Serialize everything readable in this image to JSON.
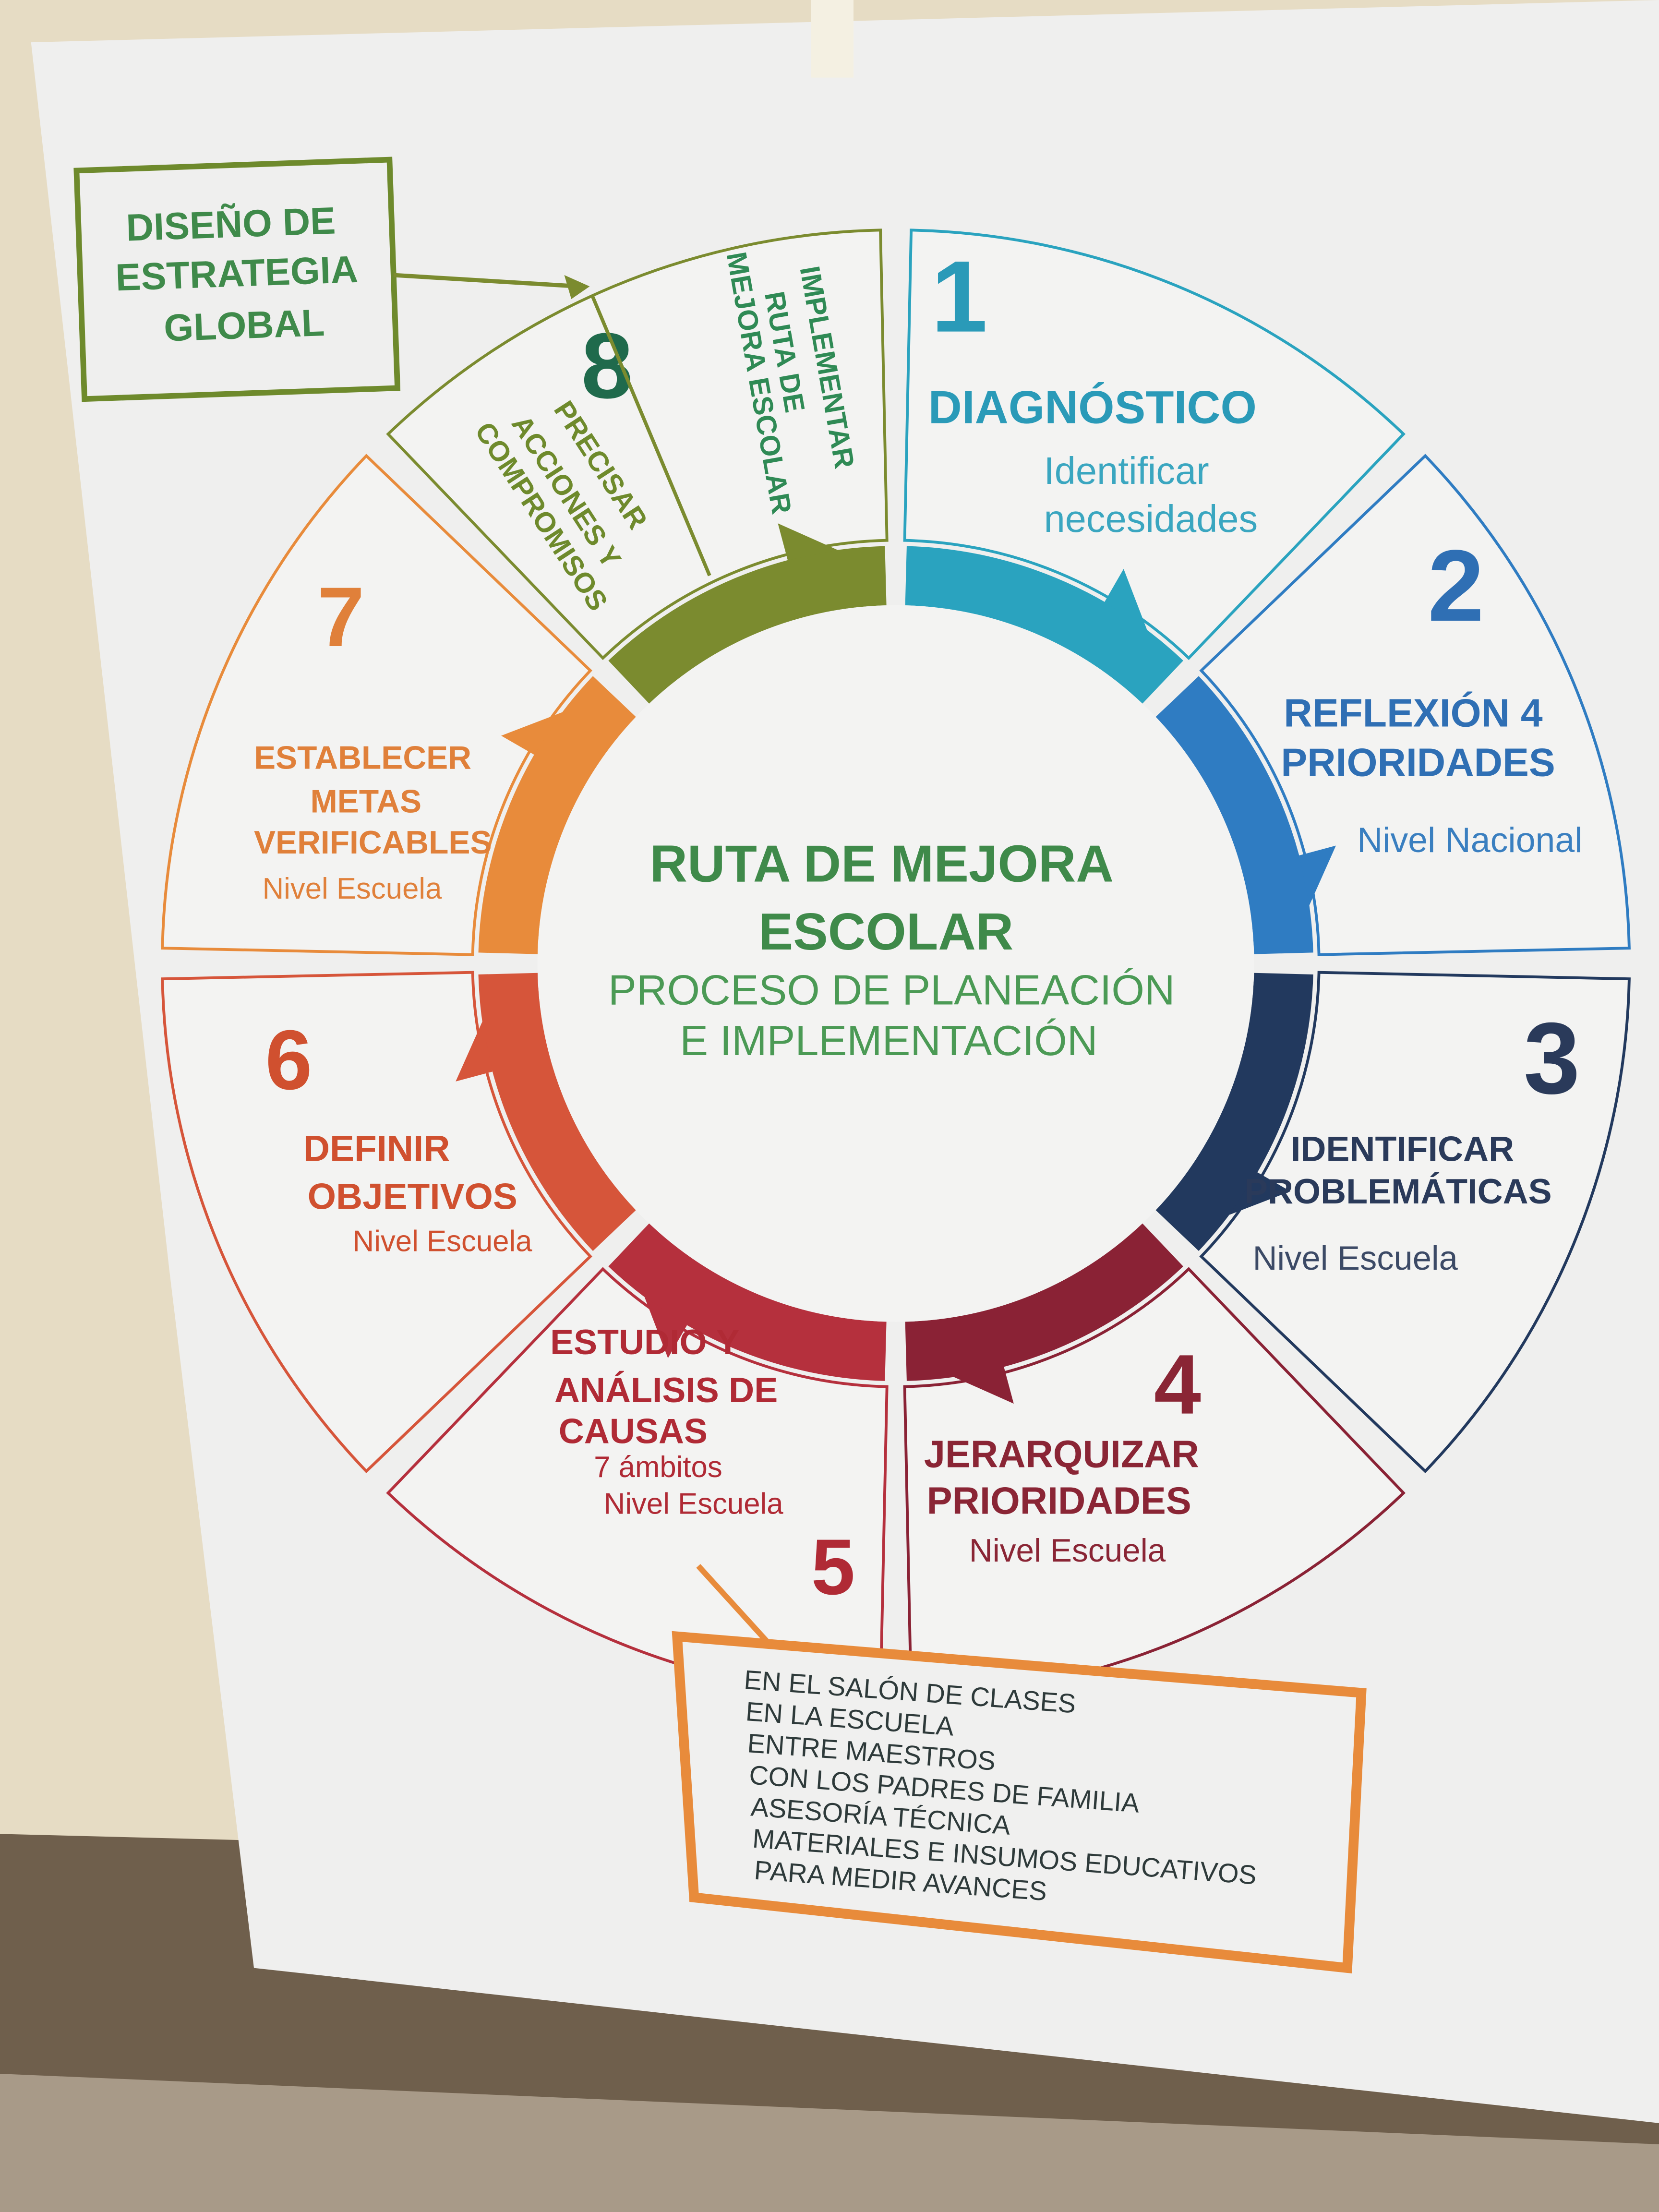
{
  "title": {
    "line1": "RUTA DE MEJORA",
    "line2": "ESCOLAR",
    "sub1": "PROCESO DE PLANEACIÓN",
    "sub2": "E IMPLEMENTACIÓN"
  },
  "strategy_box": {
    "lines": [
      "DISEÑO DE",
      "ESTRATEGIA",
      "GLOBAL"
    ]
  },
  "colors": {
    "s1": "#2aa3bf",
    "s2": "#2f7cc2",
    "s3": "#22395e",
    "s4": "#8a2235",
    "s5": "#b5303d",
    "s6": "#d6553a",
    "s7": "#e88b3b",
    "s8": "#7b8b2f",
    "s8_number": "#1f6a4c"
  },
  "steps": [
    {
      "number": "1",
      "title": [
        "DIAGNÓSTICO"
      ],
      "detail": [
        "Identificar",
        "necesidades"
      ]
    },
    {
      "number": "2",
      "title": [
        "REFLEXIÓN 4",
        "PRIORIDADES"
      ],
      "detail": [
        "Nivel Nacional"
      ]
    },
    {
      "number": "3",
      "title": [
        "IDENTIFICAR",
        "PROBLEMÁTICAS"
      ],
      "detail": [
        "Nivel Escuela"
      ]
    },
    {
      "number": "4",
      "title": [
        "JERARQUIZAR",
        "PRIORIDADES"
      ],
      "detail": [
        "Nivel Escuela"
      ]
    },
    {
      "number": "5",
      "title": [
        "ESTUDIO Y",
        "ANÁLISIS DE",
        "CAUSAS"
      ],
      "detail": [
        "7 ámbitos",
        "Nivel Escuela"
      ]
    },
    {
      "number": "6",
      "title": [
        "DEFINIR",
        "OBJETIVOS"
      ],
      "detail": [
        "Nivel Escuela"
      ]
    },
    {
      "number": "7",
      "title": [
        "ESTABLECER",
        "METAS",
        "VERIFICABLES"
      ],
      "detail": [
        "Nivel Escuela"
      ]
    },
    {
      "number": "8",
      "title_a": [
        "PRECISAR",
        "ACCIONES Y",
        "COMPROMISOS"
      ],
      "title_b": [
        "IMPLEMENTAR",
        "RUTA DE",
        "MEJORA ESCOLAR"
      ]
    }
  ],
  "ambitos_box": {
    "items": [
      "EN EL SALÓN DE CLASES",
      "EN LA ESCUELA",
      "ENTRE MAESTROS",
      "CON LOS PADRES DE FAMILIA",
      "ASESORÍA TÉCNICA",
      "MATERIALES E INSUMOS EDUCATIVOS",
      "PARA MEDIR AVANCES"
    ]
  }
}
